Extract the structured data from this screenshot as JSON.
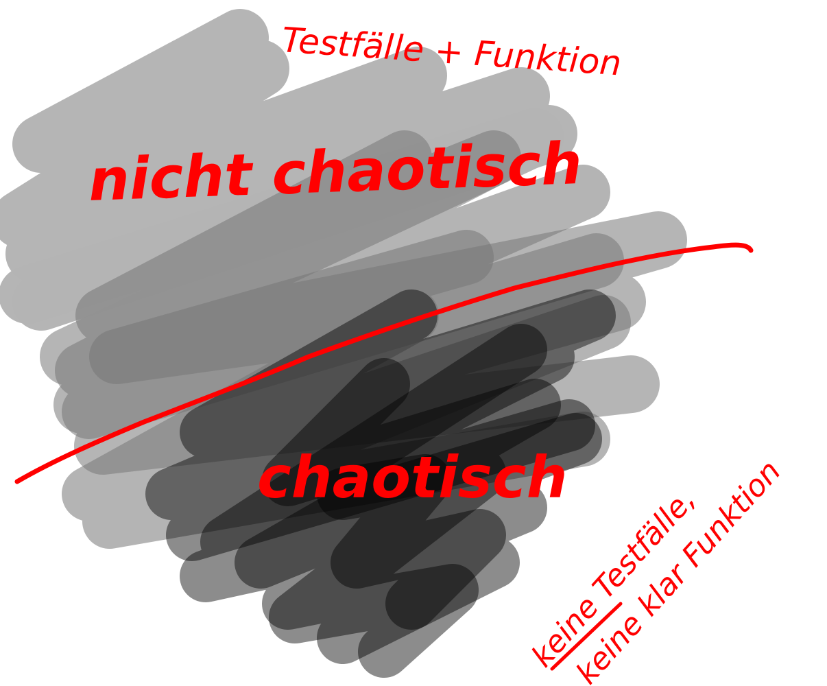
{
  "annotations": {
    "top": "Testfälle + Funktion",
    "upper_label": "nicht chaotisch",
    "lower_label": "chaotisch",
    "bottom_line1": "keine Testfälle,",
    "bottom_line2": "keine klar Funktion"
  },
  "colors": {
    "ink": "#ff0000",
    "light_scribble": "#b4b4b4",
    "dark_scribble": "#000000"
  }
}
